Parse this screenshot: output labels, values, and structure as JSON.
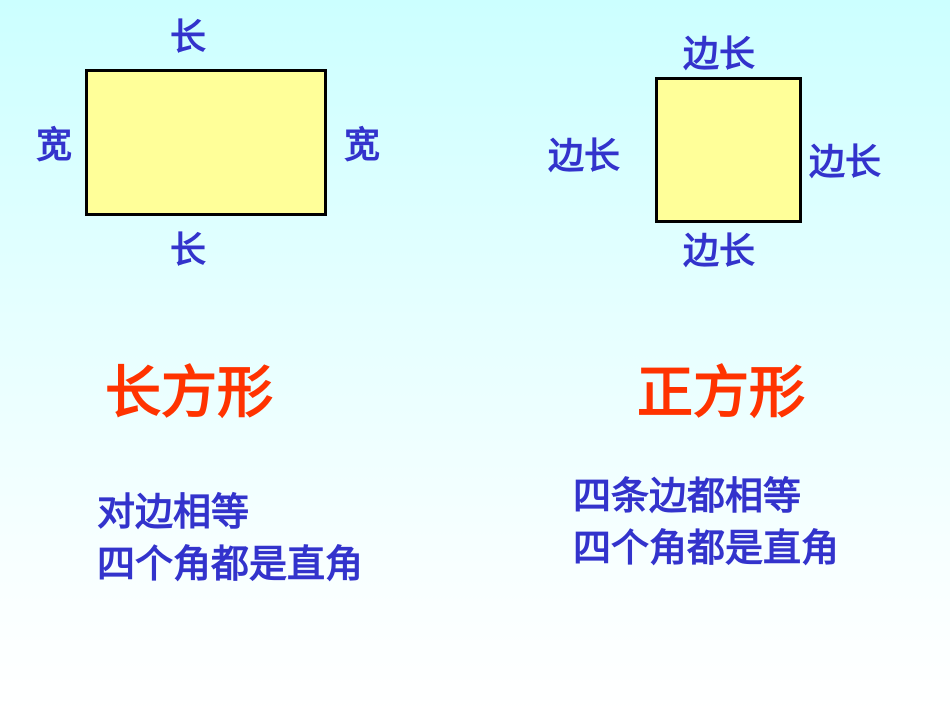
{
  "colors": {
    "background_top": "#ccffff",
    "background_bottom": "#ffffff",
    "shape_fill": "#ffff99",
    "shape_border": "#000000",
    "label_color": "#3333cc",
    "title_color": "#ff3300"
  },
  "rectangle": {
    "labels": {
      "top": "长",
      "bottom": "长",
      "left": "宽",
      "right": "宽"
    },
    "title": "长方形",
    "properties": [
      "对边相等",
      "四个角都是直角"
    ]
  },
  "square": {
    "labels": {
      "top": "边长",
      "bottom": "边长",
      "left": "边长",
      "right": "边长"
    },
    "title": "正方形",
    "properties": [
      "四条边都相等",
      "四个角都是直角"
    ]
  }
}
